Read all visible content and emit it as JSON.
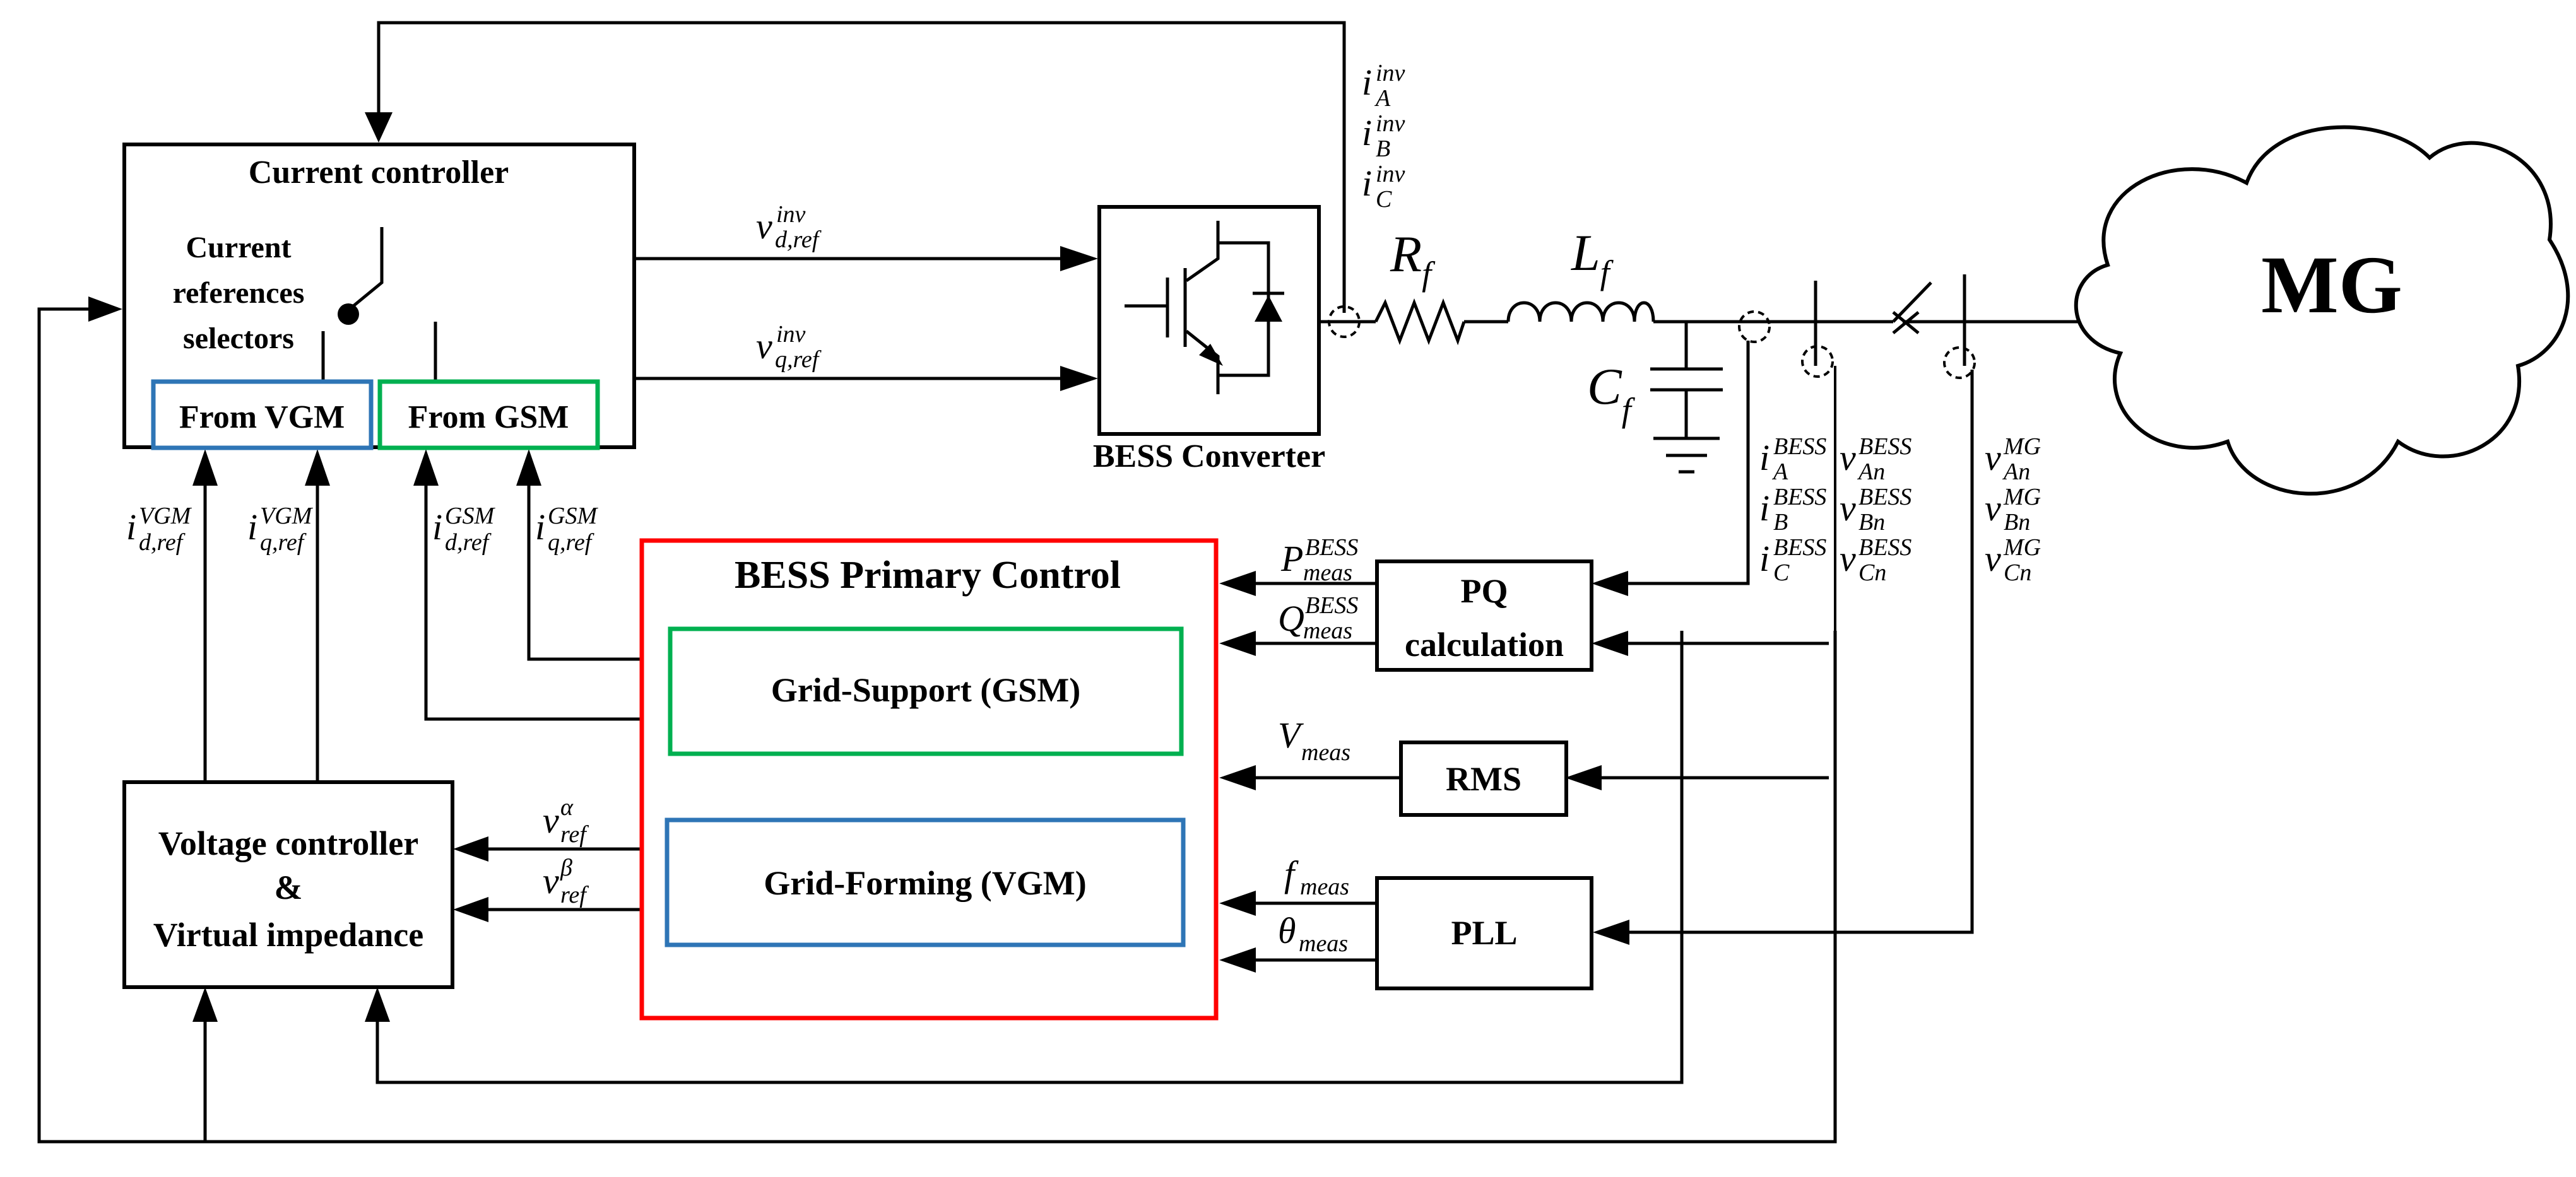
{
  "blocks": {
    "current_controller": {
      "title": "Current controller",
      "selector_label": [
        "Current",
        "references",
        "selectors"
      ],
      "from_vgm": "From VGM",
      "from_gsm": "From GSM"
    },
    "bess_converter": {
      "title": "BESS Converter"
    },
    "primary_control": {
      "title": "BESS Primary Control",
      "gsm": "Grid-Support (GSM)",
      "vgm": "Grid-Forming (VGM)"
    },
    "pq": {
      "title_line1": "PQ",
      "title_line2": "calculation"
    },
    "rms": {
      "title": "RMS"
    },
    "pll": {
      "title": "PLL"
    },
    "voltage_controller": {
      "line1": "Voltage controller",
      "line2": "&",
      "line3": "Virtual impedance"
    },
    "microgrid": {
      "title": "MG"
    }
  },
  "signals": {
    "vd_ref": {
      "base": "v",
      "sup": "inv",
      "sub": "d,ref"
    },
    "vq_ref": {
      "base": "v",
      "sup": "inv",
      "sub": "q,ref"
    },
    "iinv": [
      {
        "base": "i",
        "sup": "inv",
        "sub": "A"
      },
      {
        "base": "i",
        "sup": "inv",
        "sub": "B"
      },
      {
        "base": "i",
        "sup": "inv",
        "sub": "C"
      }
    ],
    "id_vgm": {
      "base": "i",
      "sup": "VGM",
      "sub": "d,ref"
    },
    "iq_vgm": {
      "base": "i",
      "sup": "VGM",
      "sub": "q,ref"
    },
    "id_gsm": {
      "base": "i",
      "sup": "GSM",
      "sub": "d,ref"
    },
    "iq_gsm": {
      "base": "i",
      "sup": "GSM",
      "sub": "q,ref"
    },
    "p_meas": {
      "base": "P",
      "sup": "BESS",
      "sub": "meas"
    },
    "q_meas": {
      "base": "Q",
      "sup": "BESS",
      "sub": "meas"
    },
    "v_meas": {
      "base": "V",
      "sup": "",
      "sub": "meas"
    },
    "f_meas": {
      "base": "f",
      "sup": "",
      "sub": "meas"
    },
    "theta_meas": {
      "base": "θ",
      "sup": "",
      "sub": "meas"
    },
    "v_alpha": {
      "base": "v",
      "sup": "α",
      "sub": "ref"
    },
    "v_beta": {
      "base": "v",
      "sup": "β",
      "sub": "ref"
    },
    "ibess": [
      {
        "base": "i",
        "sup": "BESS",
        "sub": "A"
      },
      {
        "base": "i",
        "sup": "BESS",
        "sub": "B"
      },
      {
        "base": "i",
        "sup": "BESS",
        "sub": "C"
      }
    ],
    "vbess": [
      {
        "base": "v",
        "sup": "BESS",
        "sub": "An"
      },
      {
        "base": "v",
        "sup": "BESS",
        "sub": "Bn"
      },
      {
        "base": "v",
        "sup": "BESS",
        "sub": "Cn"
      }
    ],
    "vmg": [
      {
        "base": "v",
        "sup": "MG",
        "sub": "An"
      },
      {
        "base": "v",
        "sup": "MG",
        "sub": "Bn"
      },
      {
        "base": "v",
        "sup": "MG",
        "sub": "Cn"
      }
    ]
  },
  "components": {
    "rf": {
      "base": "R",
      "sub": "f"
    },
    "lf": {
      "base": "L",
      "sub": "f"
    },
    "cf": {
      "base": "C",
      "sub": "f"
    }
  },
  "colors": {
    "vgm": "#2e75b6",
    "gsm": "#00b050",
    "primary": "#ff0000",
    "line": "#000000"
  }
}
